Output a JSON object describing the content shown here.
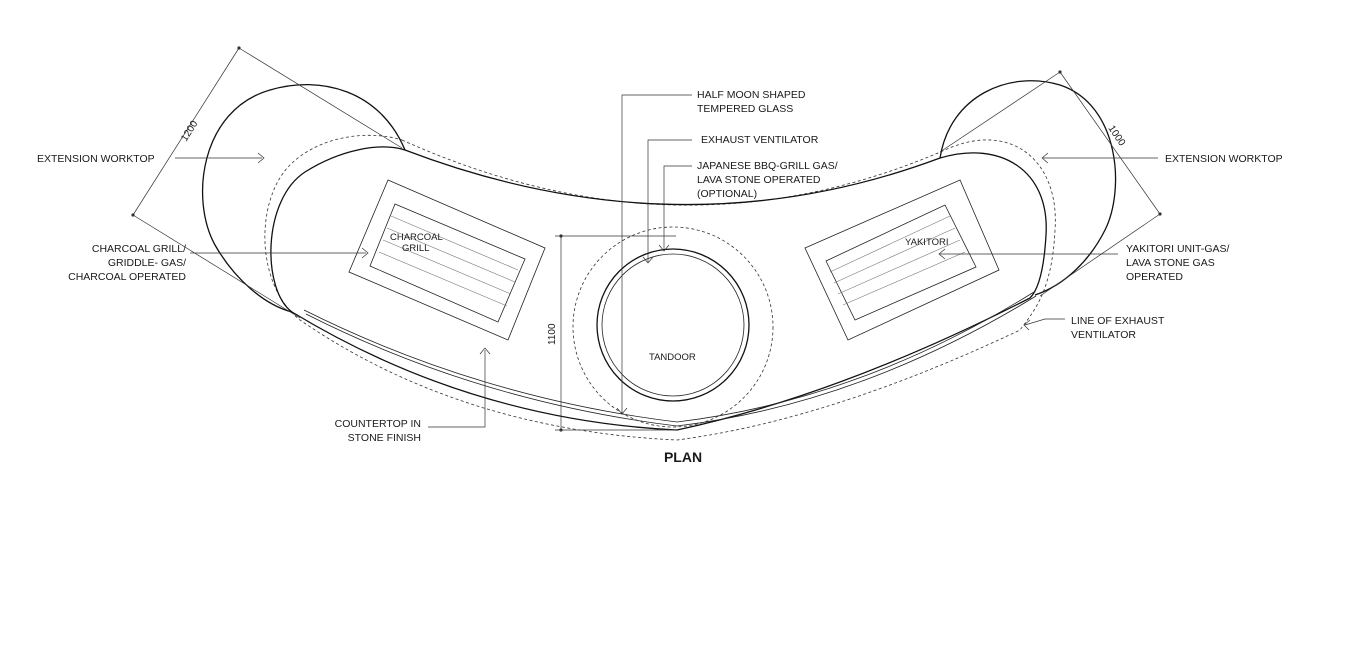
{
  "plan_title": "PLAN",
  "labels": {
    "extension_worktop_left": "EXTENSION WORKTOP",
    "extension_worktop_right": "EXTENSION WORKTOP",
    "charcoal_grill_note": [
      "CHARCOAL GRILL/",
      "GRIDDLE- GAS/",
      "CHARCOAL OPERATED"
    ],
    "half_moon_glass": [
      "HALF MOON SHAPED",
      "TEMPERED GLASS"
    ],
    "exhaust_ventilator": "EXHAUST VENTILATOR",
    "japanese_bbq": [
      "JAPANESE BBQ-GRILL GAS/",
      "LAVA STONE OPERATED",
      "(OPTIONAL)"
    ],
    "yakitori_unit": [
      "YAKITORI UNIT-GAS/",
      "LAVA STONE GAS",
      "OPERATED"
    ],
    "line_of_exhaust": [
      "LINE OF EXHAUST",
      "VENTILATOR"
    ],
    "countertop": [
      "COUNTERTOP IN",
      "STONE FINISH"
    ],
    "charcoal_grill_inner": [
      "CHARCOAL",
      "GRILL"
    ],
    "yakitori_inner": "YAKITORI",
    "tandoor": "TANDOOR"
  },
  "dimensions": {
    "left_extension": "1200",
    "right_extension": "1000",
    "depth": "1100"
  }
}
